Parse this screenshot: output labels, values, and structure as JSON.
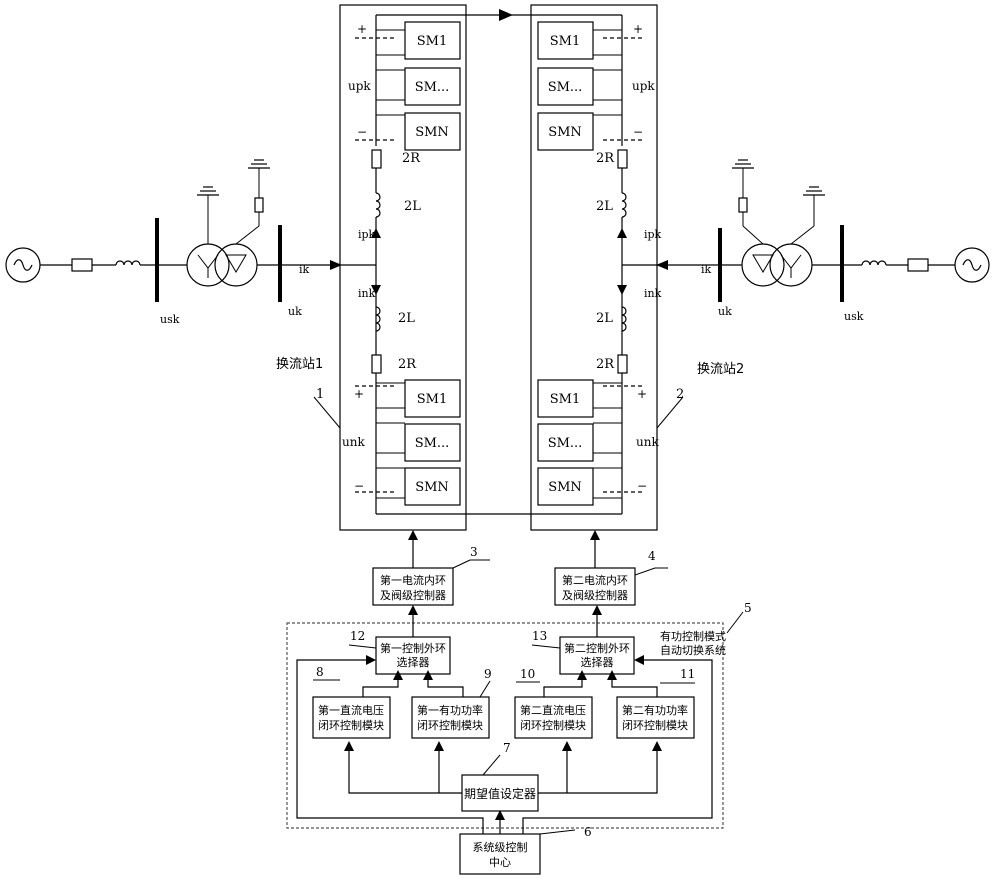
{
  "station1": {
    "label": "换流站1",
    "number": "1",
    "upper_arm": {
      "sm": [
        "SM1",
        "SM...",
        "SMN"
      ],
      "voltage_label": "upk",
      "plus": "+",
      "minus": "−",
      "resistor": "2R",
      "inductor": "2L",
      "current": "ipk"
    },
    "lower_arm": {
      "sm": [
        "SM1",
        "SM...",
        "SMN"
      ],
      "voltage_label": "unk",
      "plus": "+",
      "minus": "−",
      "resistor": "2R",
      "inductor": "2L",
      "current": "ink"
    },
    "ac_current": "ik",
    "ac_bus_voltage": "uk",
    "grid_bus_voltage": "usk"
  },
  "station2": {
    "label": "换流站2",
    "number": "2",
    "upper_arm": {
      "sm": [
        "SM1",
        "SM...",
        "SMN"
      ],
      "voltage_label": "upk",
      "plus": "+",
      "minus": "−",
      "resistor": "2R",
      "inductor": "2L",
      "current": "ipk"
    },
    "lower_arm": {
      "sm": [
        "SM1",
        "SM...",
        "SMN"
      ],
      "voltage_label": "unk",
      "plus": "+",
      "minus": "−",
      "resistor": "2R",
      "inductor": "2L",
      "current": "ink"
    },
    "ac_current": "ik",
    "ac_bus_voltage": "uk",
    "grid_bus_voltage": "usk"
  },
  "control": {
    "inner1": {
      "line1": "第一电流内环",
      "line2": "及阀级控制器",
      "number": "3"
    },
    "inner2": {
      "line1": "第二电流内环",
      "line2": "及阀级控制器",
      "number": "4"
    },
    "system": {
      "line1": "有功控制模式",
      "line2": "自动切换系统",
      "number": "5"
    },
    "central": {
      "line1": "系统级控制",
      "line2": "中心",
      "number": "6"
    },
    "setter": {
      "label": "期望值设定器",
      "number": "7"
    },
    "dcv1": {
      "line1": "第一直流电压",
      "line2": "闭环控制模块",
      "number": "8"
    },
    "p1": {
      "line1": "第一有功功率",
      "line2": "闭环控制模块",
      "number": "9"
    },
    "dcv2": {
      "line1": "第二直流电压",
      "line2": "闭环控制模块",
      "number": "10"
    },
    "p2": {
      "line1": "第二有功功率",
      "line2": "闭环控制模块",
      "number": "11"
    },
    "sel1": {
      "line1": "第一控制外环",
      "line2": "选择器",
      "number": "12"
    },
    "sel2": {
      "line1": "第二控制外环",
      "line2": "选择器",
      "number": "13"
    }
  }
}
